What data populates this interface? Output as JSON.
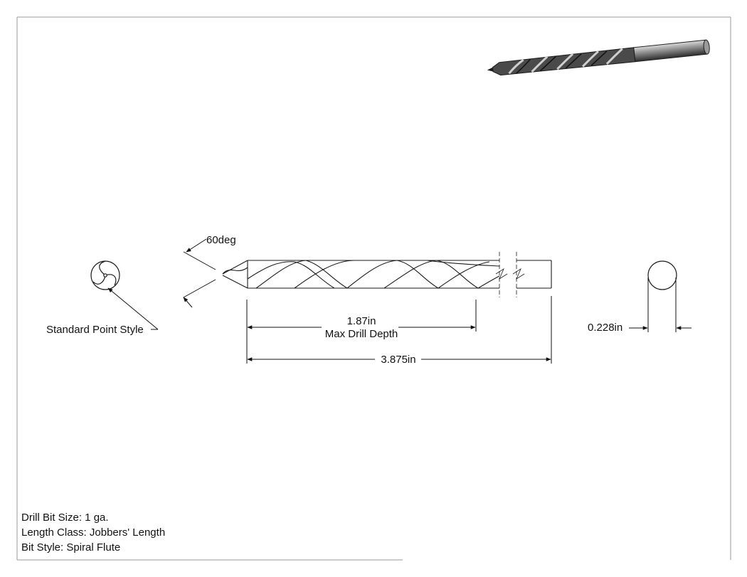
{
  "drawing": {
    "angle_label": "60deg",
    "point_style_label": "Standard Point Style",
    "flute_depth": {
      "value": "1.87in",
      "caption": "Max Drill Depth"
    },
    "overall_length": "3.875in",
    "diameter": "0.228in"
  },
  "specs": {
    "bit_size": "Drill Bit Size: 1 ga.",
    "length_class": "Length Class: Jobbers' Length",
    "bit_style": "Bit Style: Spiral Flute"
  },
  "colors": {
    "line": "#1a1a1a",
    "frame": "#9a9a9a",
    "shade_dark": "#3a3a3a",
    "shade_light": "#bdbdbd"
  }
}
